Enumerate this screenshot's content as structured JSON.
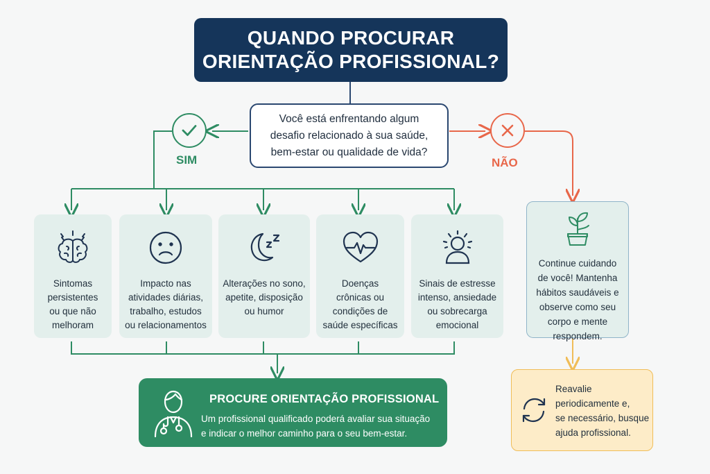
{
  "title": {
    "line1": "QUANDO  PROCURAR",
    "line2": "ORIENTAÇÃO PROFISSIONAL?"
  },
  "question": "Você está enfrentando algum\ndesafio relacionado à sua saúde,\nbem-estar ou qualidade de vida?",
  "yes_label": "SIM",
  "no_label": "NÃO",
  "signs": [
    {
      "icon": "brain-icon",
      "text": "Sintomas\npersistentes\nou que não\nmelhoram"
    },
    {
      "icon": "sad-face-icon",
      "text": "Impacto nas\natividades diárias,\ntrabalho, estudos\nou relacionamentos"
    },
    {
      "icon": "moon-sleep-icon",
      "text": "Alterações no sono,\napetite, disposição\nou humor"
    },
    {
      "icon": "heart-pulse-icon",
      "text": "Doenças\ncrônicas ou\ncondições de\nsaúde específicas"
    },
    {
      "icon": "stressed-person-icon",
      "text": "Sinais de estresse\nintenso, ansiedade\nou sobrecarga\nemocional"
    }
  ],
  "continue_text": "Continue cuidando\nde você! Mantenha\nhábitos saudáveis e\nobserve como seu\ncorpo e mente\nrespondem.",
  "procure": {
    "title": "PROCURE ORIENTAÇÃO PROFISSIONAL",
    "text": "Um profissional qualificado poderá avaliar sua situação\ne indicar o melhor caminho para o seu bem-estar."
  },
  "reevaluate_text": "Reavalie\nperiodicamente e,\nse necessário, busque\najuda profissional.",
  "colors": {
    "navy": "#15355a",
    "green": "#2e8c63",
    "orange": "#e8674a",
    "card_bg": "#e3efec",
    "yellow_bg": "#fdecc8"
  }
}
